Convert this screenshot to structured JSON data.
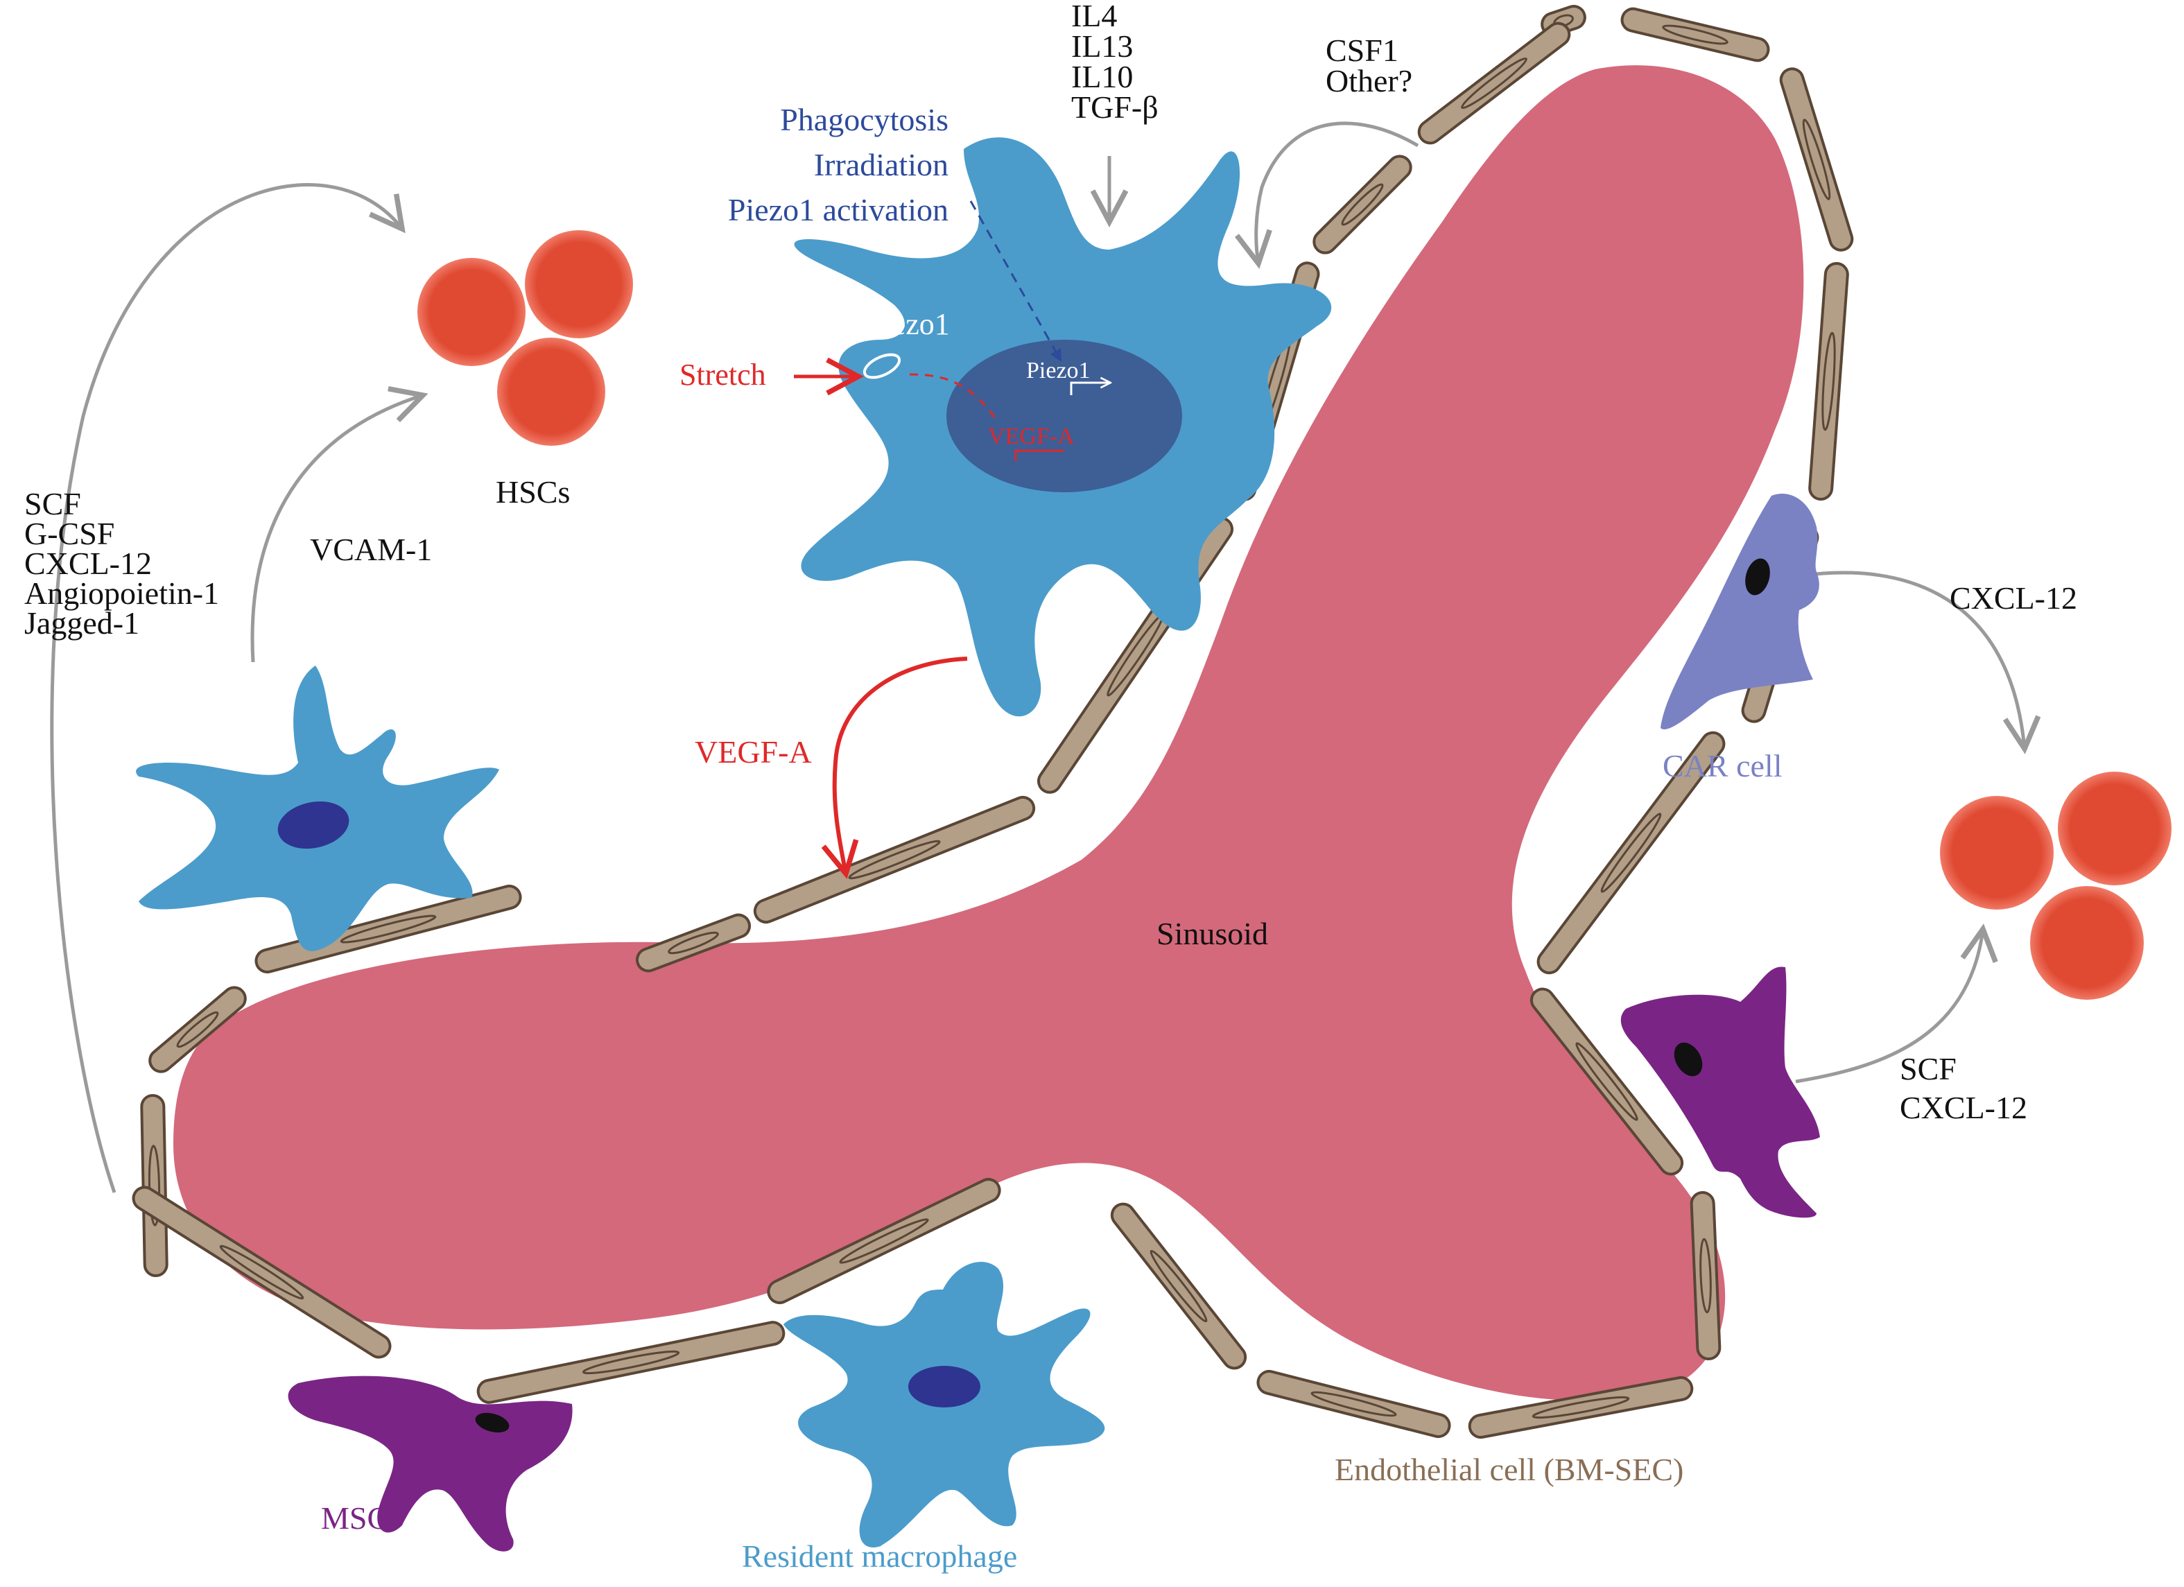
{
  "colors": {
    "sinusoid": "#d4697b",
    "endothelial": "#b39f88",
    "endothelial_outline": "#5a4636",
    "macrophage": "#4b9ccb",
    "macrophage_nucleus": "#2e3490",
    "central_nucleus": "#3e5e96",
    "msc": "#7a2585",
    "car_cell": "#7a82c4",
    "hsc": "#e04a33",
    "stimulus_blue": "#2d4a9c",
    "vegf_red": "#e02828",
    "arrow_grey": "#9a9a9a"
  },
  "labels": {
    "sinusoid": "Sinusoid",
    "hscs": "HSCs",
    "msc": "MSCs",
    "car_cell": "CAR cell",
    "resident_macrophage": "Resident macrophage",
    "endothelial_cell": "Endothelial cell (BM-SEC)",
    "vcam1": "VCAM-1",
    "vegfa": "VEGF-A",
    "stretch": "Stretch",
    "piezo1_channel": "Piezo1",
    "piezo1_gene": "Piezo1",
    "vegfa_gene": "VEGF-A"
  },
  "niche_factors": [
    "SCF",
    "G-CSF",
    "CXCL-12",
    "Angiopoietin-1",
    "Jagged-1"
  ],
  "cytokines": [
    "IL4",
    "IL13",
    "IL10",
    "TGF-β"
  ],
  "csf_factors": [
    "CSF1",
    "Other?"
  ],
  "stimuli": [
    "Phagocytosis",
    "Irradiation",
    "Piezo1 activation"
  ],
  "car_factor": "CXCL-12",
  "msc_factors": [
    "SCF",
    "CXCL-12"
  ]
}
